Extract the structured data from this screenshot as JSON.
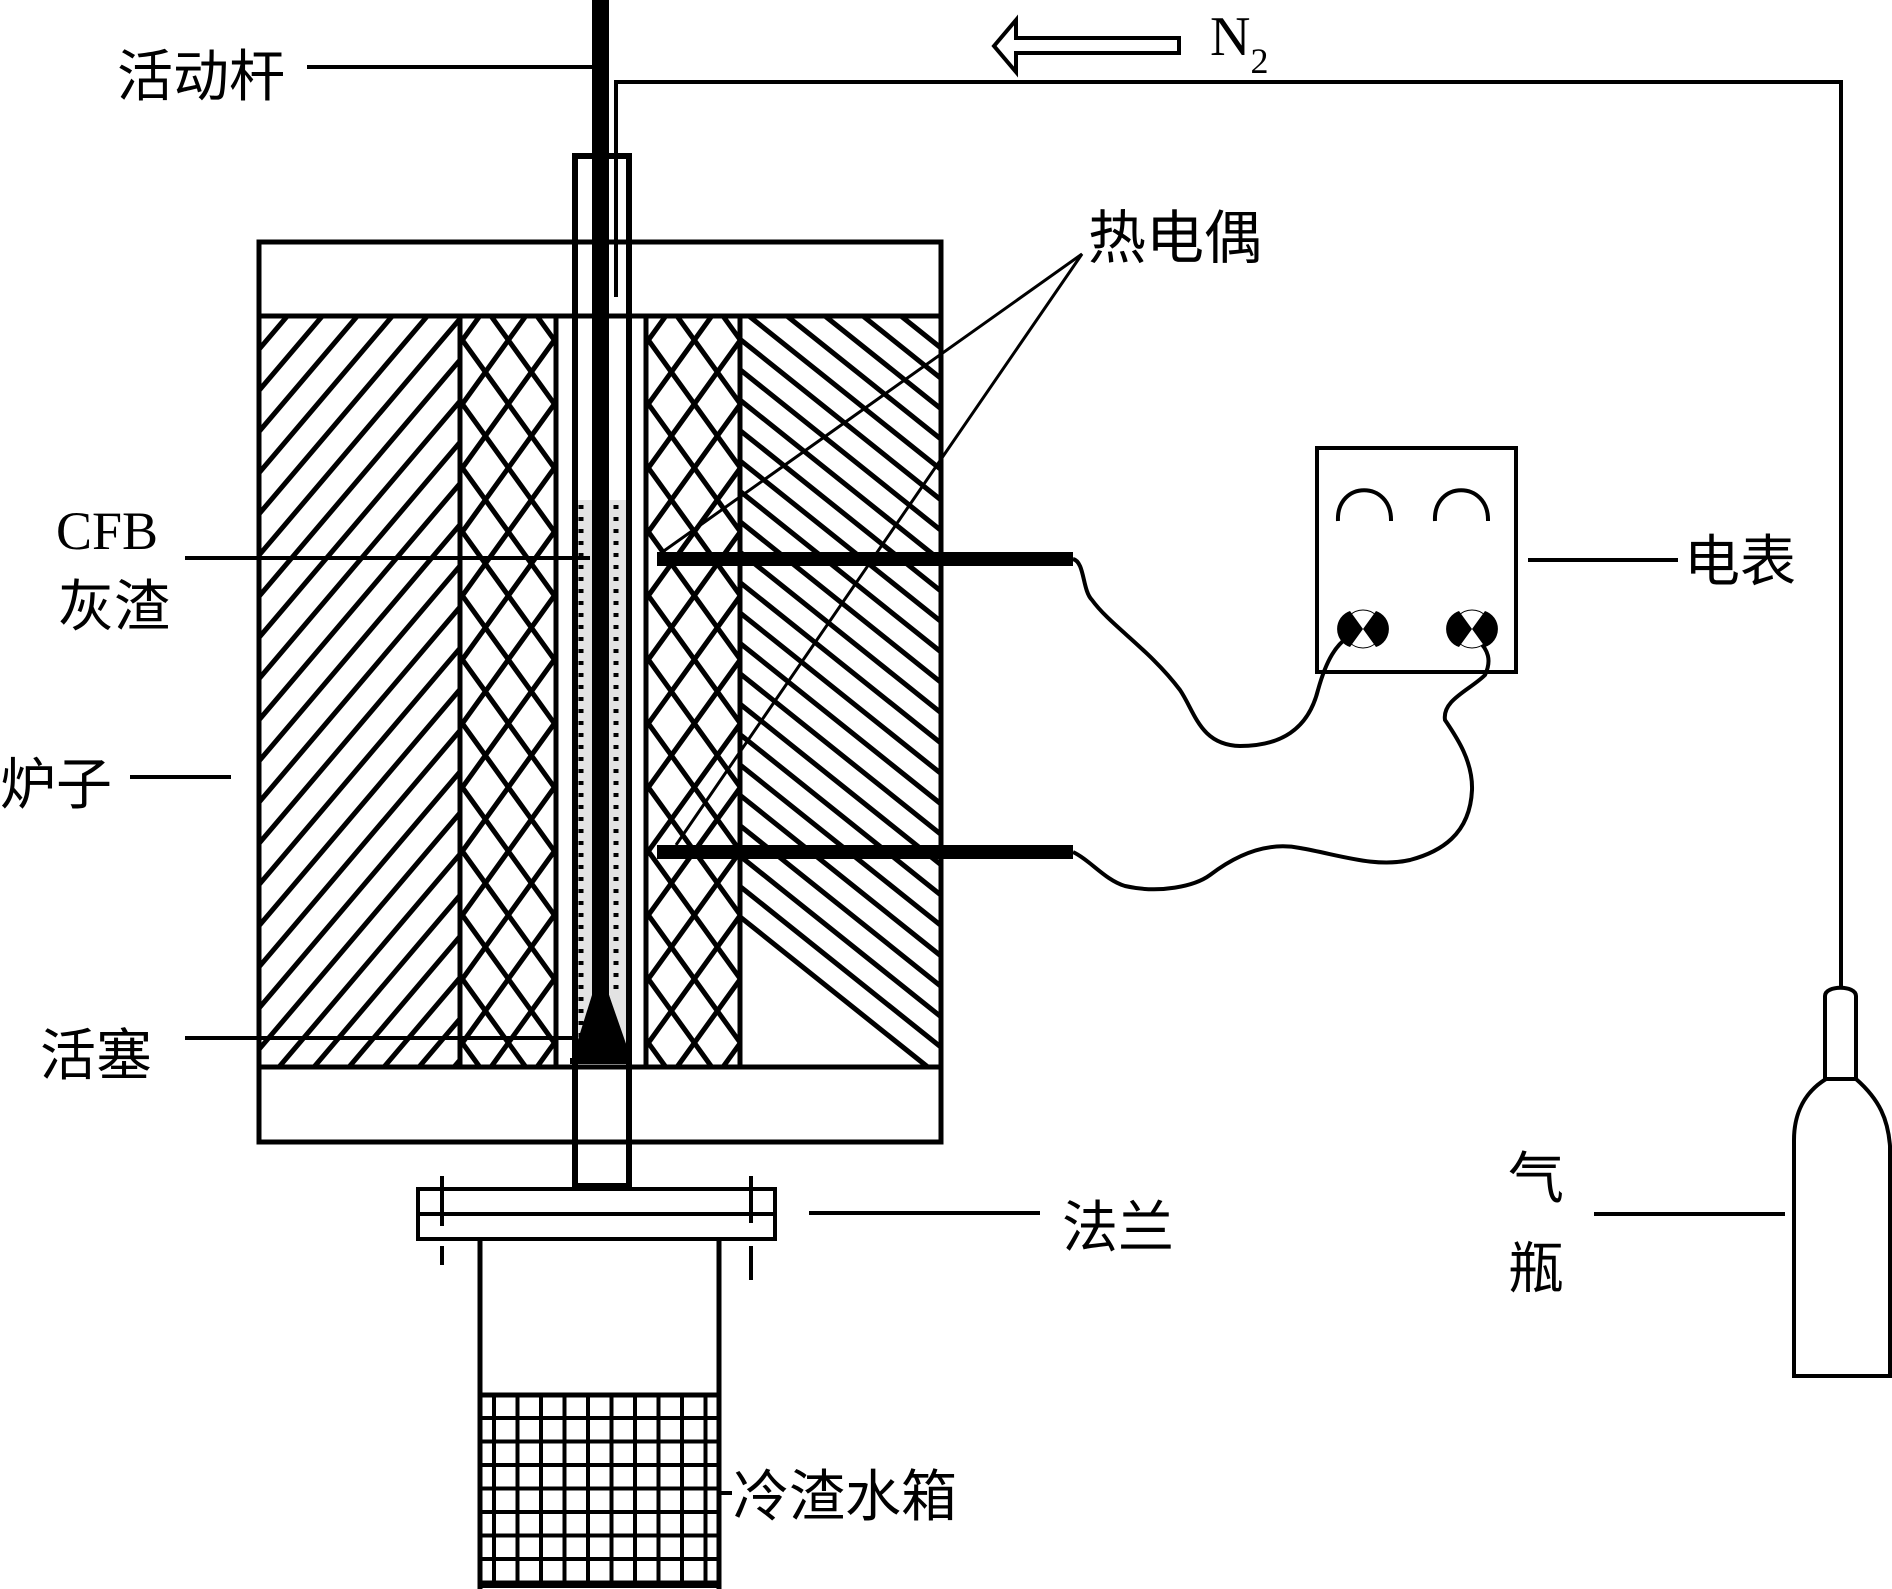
{
  "diagram": {
    "type": "apparatus-schematic",
    "labels": {
      "movable_rod": "活动杆",
      "gas_flow": "N",
      "gas_flow_subscript": "2",
      "thermocouple": "热电偶",
      "cfb_line1": "CFB",
      "cfb_line2": "灰渣",
      "furnace": "炉子",
      "meter": "电表",
      "piston": "活塞",
      "flange": "法兰",
      "gas_cylinder_line1": "气",
      "gas_cylinder_line2": "瓶",
      "cooling_tank": "冷渣水箱"
    },
    "colors": {
      "line": "#000000",
      "background": "#ffffff",
      "ash_fill": "#e3e3e3"
    }
  }
}
